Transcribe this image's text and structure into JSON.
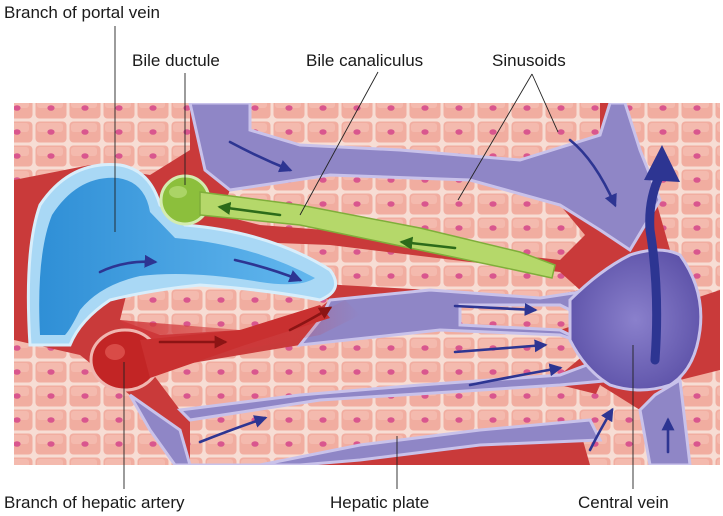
{
  "labels": {
    "portal_vein": "Branch of portal vein",
    "bile_ductule": "Bile ductule",
    "bile_canaliculus": "Bile canaliculus",
    "sinusoids": "Sinusoids",
    "hepatic_artery": "Branch of hepatic artery",
    "hepatic_plate": "Hepatic plate",
    "central_vein": "Central vein"
  },
  "colors": {
    "hepatocyte_fill": "#f3b2a5",
    "hepatocyte_border": "#f7ded6",
    "hepatocyte_nucleus": "#d9568e",
    "tissue_red": "#c93a3a",
    "portal_vein": "#3d9fe0",
    "portal_outline": "#a9d8f5",
    "hepatic_artery": "#c22525",
    "bile_ductule": "#8cbf3c",
    "bile_canaliculus": "#b5d86a",
    "sinusoid": "#8f86c6",
    "central_vein": "#6a5fb4",
    "flow_arrow_blue": "#2d3592",
    "flow_arrow_red": "#8c1414",
    "flow_arrow_green": "#2c6b1a"
  }
}
